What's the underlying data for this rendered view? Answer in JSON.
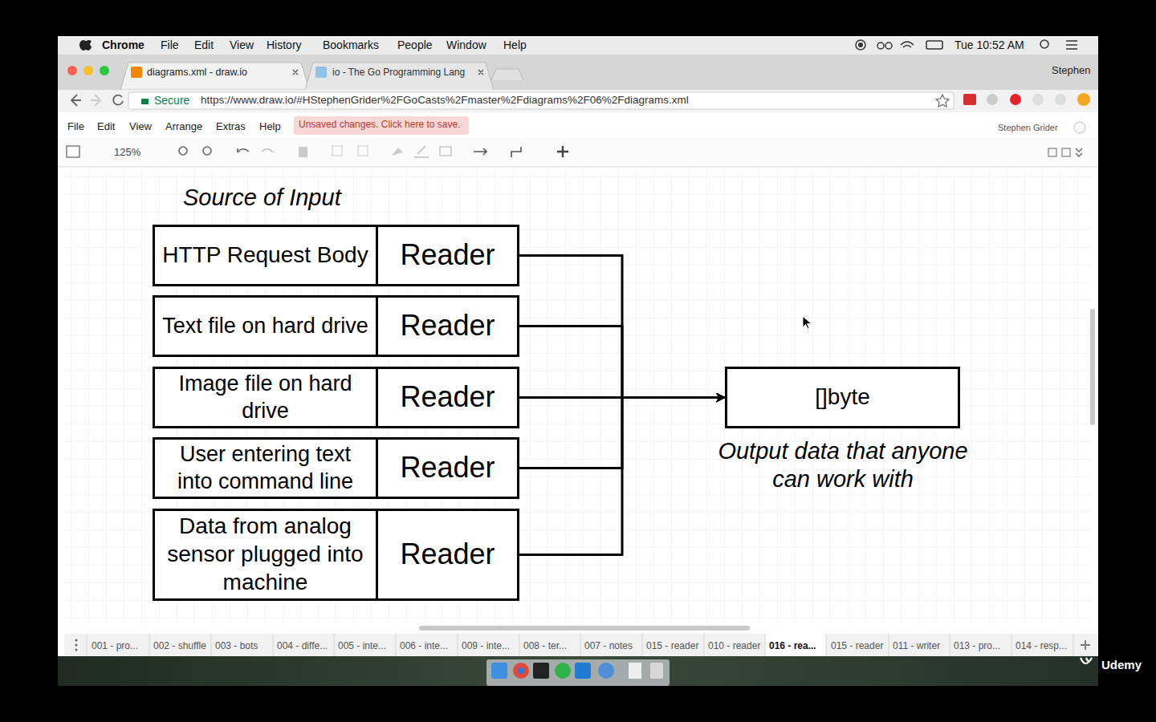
{
  "diagram": {
    "title": "Source of Input",
    "nodes": [
      {
        "text": [
          "HTTP Request Body"
        ]
      },
      {
        "text": [
          "Reader"
        ]
      },
      {
        "text": [
          "Text file on hard drive"
        ]
      },
      {
        "text": [
          "Reader"
        ]
      },
      {
        "text": [
          "Image file on hard drive"
        ]
      },
      {
        "text": [
          "Reader"
        ]
      },
      {
        "text": [
          "User entering text into command line"
        ]
      },
      {
        "text": [
          "Reader"
        ]
      },
      {
        "text": [
          "Data from analog sensor plugged into machine"
        ]
      },
      {
        "text": [
          "Reader"
        ]
      },
      {
        "text": [
          "[]byte"
        ]
      }
    ],
    "edges": [
      {
        "from": 1,
        "to": 10,
        "arrow": "to"
      },
      {
        "from": 3,
        "to": 10,
        "arrow": "to"
      },
      {
        "from": 5,
        "to": 10,
        "arrow": "to"
      },
      {
        "from": 7,
        "to": 10,
        "arrow": "to"
      },
      {
        "from": 9,
        "to": 10,
        "arrow": "to"
      }
    ],
    "labels": [
      "Chrome",
      "File",
      "Edit",
      "View",
      "History",
      "Bookmarks",
      "People",
      "Window",
      "Help",
      "Tue 10:52 AM",
      "diagrams.xml - draw.io",
      "io - The Go Programming Lang",
      "Stephen",
      "Secure",
      "https://www.draw.io/#HStephenGrider%2FGoCasts%2Fmaster%2Fdiagrams%2F06%2Fdiagrams.xml",
      "File",
      "Edit",
      "View",
      "Arrange",
      "Extras",
      "Help",
      "Unsaved changes. Click here to save.",
      "Stephen Grider",
      "125%",
      "Output data that anyone can work with",
      "001 - pro...",
      "002 - shuffle",
      "003 - bots",
      "004 - diffe...",
      "005 - inte...",
      "006 - inte...",
      "009 - inte...",
      "008 - ter...",
      "007 - notes",
      "015 - reader",
      "010 - reader",
      "016 - rea...",
      "015 - reader",
      "011 - writer",
      "013 - pro...",
      "014 - resp...",
      "Udemy"
    ]
  }
}
